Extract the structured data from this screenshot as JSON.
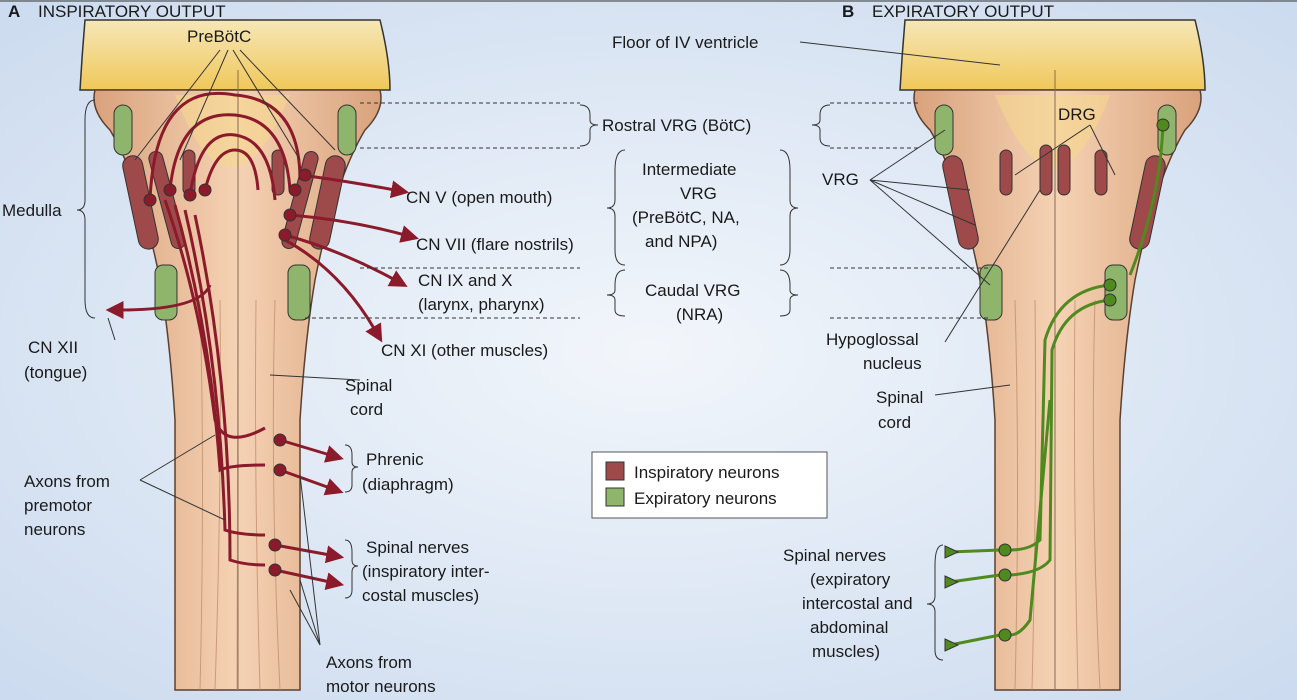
{
  "panels": {
    "a": {
      "letter": "A",
      "title": "INSPIRATORY OUTPUT"
    },
    "b": {
      "letter": "B",
      "title": "EXPIRATORY OUTPUT"
    }
  },
  "labels": {
    "prebotc": "PreBötC",
    "floor": "Floor of IV ventricle",
    "medulla": "Medulla",
    "rostral": "Rostral VRG (BötC)",
    "intermediate": [
      "Intermediate",
      "VRG",
      "(PreBötC, NA,",
      "and NPA)"
    ],
    "caudal": [
      "Caudal VRG",
      "(NRA)"
    ],
    "cn5": "CN V (open mouth)",
    "cn7": "CN VII (flare nostrils)",
    "cn9": [
      "CN IX and X",
      "(larynx, pharynx)"
    ],
    "cn11": "CN XI (other muscles)",
    "cn12": [
      "CN XII",
      "(tongue)"
    ],
    "spinal_a": [
      "Spinal",
      "cord"
    ],
    "spinal_b": [
      "Spinal",
      "cord"
    ],
    "axons_premotor": [
      "Axons from",
      "premotor",
      "neurons"
    ],
    "axons_motor": [
      "Axons from",
      "motor neurons"
    ],
    "phrenic": [
      "Phrenic",
      "(diaphragm)"
    ],
    "spinal_nerves_a": [
      "Spinal nerves",
      "(inspiratory inter-",
      "costal muscles)"
    ],
    "drg": "DRG",
    "vrg": "VRG",
    "hypoglossal": [
      "Hypoglossal",
      "nucleus"
    ],
    "spinal_nerves_b": [
      "Spinal nerves",
      "(expiratory",
      "intercostal and",
      "abdominal",
      "muscles)"
    ]
  },
  "legend": {
    "items": [
      {
        "label": "Inspiratory neurons",
        "color": "#9e4a4a"
      },
      {
        "label": "Expiratory neurons",
        "color": "#8fb56d"
      }
    ]
  },
  "colors": {
    "inspiratory_axon": "#8b1a2b",
    "expiratory_axon": "#4f8a1f",
    "tissue": "#e8bf98",
    "ventricle": "#f4d27a",
    "background": "#dbe6f4"
  }
}
